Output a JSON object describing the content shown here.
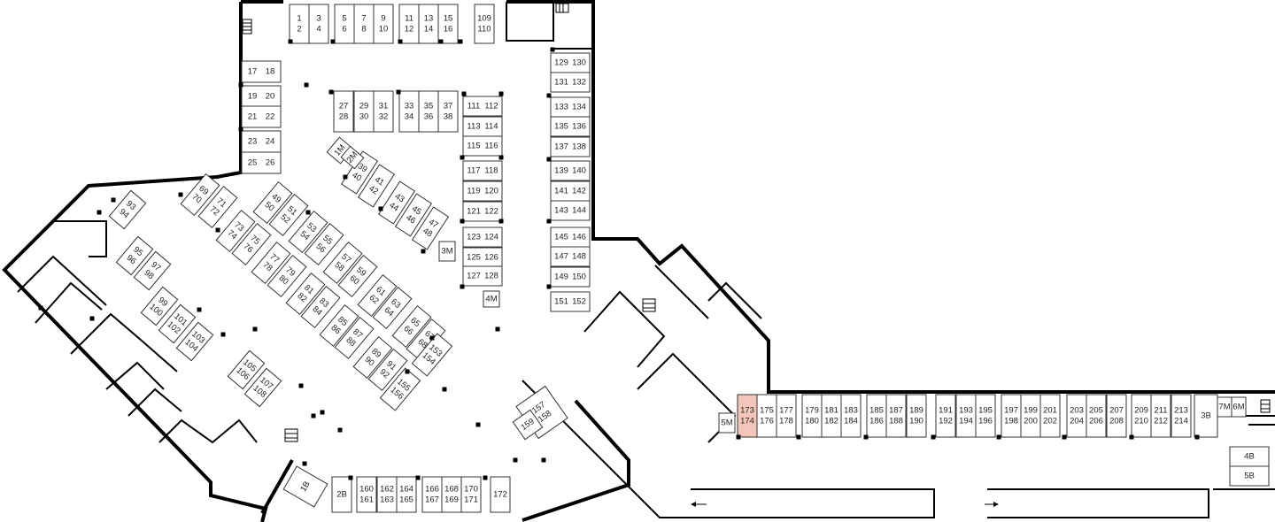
{
  "plan": {
    "highlight_color": "#f3c6b9",
    "icons": [
      "stairs-icon",
      "door-icon",
      "arrow-left-icon",
      "arrow-right-icon"
    ],
    "stalls": {
      "top_row": [
        [
          "1",
          "2"
        ],
        [
          "3",
          "4"
        ],
        [
          "5",
          "6"
        ],
        [
          "7",
          "8"
        ],
        [
          "9",
          "10"
        ],
        [
          "11",
          "12"
        ],
        [
          "13",
          "14"
        ],
        [
          "15",
          "16"
        ],
        [
          "109",
          "110"
        ]
      ],
      "left_col": [
        [
          "17",
          "18"
        ],
        [
          "19",
          "20"
        ],
        [
          "21",
          "22"
        ],
        [
          "23",
          "24"
        ],
        [
          "25",
          "26"
        ]
      ],
      "center_row": [
        [
          "27",
          "28"
        ],
        [
          "29",
          "30"
        ],
        [
          "31",
          "32"
        ],
        [
          "33",
          "34"
        ],
        [
          "35",
          "36"
        ],
        [
          "37",
          "38"
        ]
      ],
      "mid_col": [
        [
          "111",
          "112"
        ],
        [
          "113",
          "114"
        ],
        [
          "115",
          "116"
        ],
        [
          "117",
          "118"
        ],
        [
          "119",
          "120"
        ],
        [
          "121",
          "122"
        ],
        [
          "123",
          "124"
        ],
        [
          "125",
          "126"
        ],
        [
          "127",
          "128"
        ]
      ],
      "right_col": [
        [
          "129",
          "130"
        ],
        [
          "131",
          "132"
        ],
        [
          "133",
          "134"
        ],
        [
          "135",
          "136"
        ],
        [
          "137",
          "138"
        ],
        [
          "139",
          "140"
        ],
        [
          "141",
          "142"
        ],
        [
          "143",
          "144"
        ],
        [
          "145",
          "146"
        ],
        [
          "147",
          "148"
        ],
        [
          "149",
          "150"
        ],
        [
          "151",
          "152"
        ]
      ],
      "diag_upper": [
        [
          "39",
          "40"
        ],
        [
          "41",
          "42"
        ],
        [
          "43",
          "44"
        ],
        [
          "45",
          "46"
        ],
        [
          "47",
          "48"
        ]
      ],
      "diag_a": [
        [
          "49",
          "50"
        ],
        [
          "51",
          "52"
        ],
        [
          "53",
          "54"
        ],
        [
          "55",
          "56"
        ],
        [
          "57",
          "58"
        ],
        [
          "59",
          "60"
        ],
        [
          "61",
          "62"
        ],
        [
          "63",
          "64"
        ],
        [
          "65",
          "66"
        ],
        [
          "67",
          "68"
        ]
      ],
      "diag_b": [
        [
          "73",
          "74"
        ],
        [
          "75",
          "76"
        ],
        [
          "77",
          "78"
        ],
        [
          "79",
          "80"
        ],
        [
          "81",
          "82"
        ],
        [
          "83",
          "84"
        ],
        [
          "85",
          "86"
        ],
        [
          "87",
          "88"
        ],
        [
          "89",
          "90"
        ],
        [
          "91",
          "92"
        ]
      ],
      "diag_c": [
        [
          "69",
          "70"
        ],
        [
          "71",
          "72"
        ]
      ],
      "diag_d": [
        [
          "153",
          "154"
        ],
        [
          "155",
          "156"
        ]
      ],
      "left_wing": [
        [
          "93",
          "94"
        ],
        [
          "95",
          "96"
        ],
        [
          "97",
          "98"
        ],
        [
          "99",
          "100"
        ],
        [
          "101",
          "102"
        ],
        [
          "103",
          "104"
        ],
        [
          "105",
          "106"
        ],
        [
          "107",
          "108"
        ]
      ],
      "bottom_row": [
        [
          "2B"
        ],
        [
          "160",
          "161"
        ],
        [
          "162",
          "163"
        ],
        [
          "164",
          "165"
        ],
        [
          "166",
          "167"
        ],
        [
          "168",
          "169"
        ],
        [
          "170",
          "171"
        ],
        [
          "172"
        ]
      ],
      "misc": [
        [
          "1M"
        ],
        [
          "2M"
        ],
        [
          "3M"
        ],
        [
          "4M"
        ],
        [
          "1B"
        ],
        [
          "157",
          "158"
        ],
        [
          "159"
        ]
      ],
      "east_row": [
        [
          "5M"
        ],
        [
          "173",
          "174"
        ],
        [
          "175",
          "176"
        ],
        [
          "177",
          "178"
        ],
        [
          "179",
          "180"
        ],
        [
          "181",
          "182"
        ],
        [
          "183",
          "184"
        ],
        [
          "185",
          "186"
        ],
        [
          "187",
          "188"
        ],
        [
          "189",
          "190"
        ],
        [
          "191",
          "192"
        ],
        [
          "193",
          "194"
        ],
        [
          "195",
          "196"
        ],
        [
          "197",
          "198"
        ],
        [
          "199",
          "200"
        ],
        [
          "201",
          "202"
        ],
        [
          "203",
          "204"
        ],
        [
          "205",
          "206"
        ],
        [
          "207",
          "208"
        ],
        [
          "209",
          "210"
        ],
        [
          "211",
          "212"
        ],
        [
          "213",
          "214"
        ],
        [
          "3B"
        ],
        [
          "7M"
        ],
        [
          "6M"
        ],
        [
          "4B"
        ],
        [
          "5B"
        ]
      ]
    }
  }
}
